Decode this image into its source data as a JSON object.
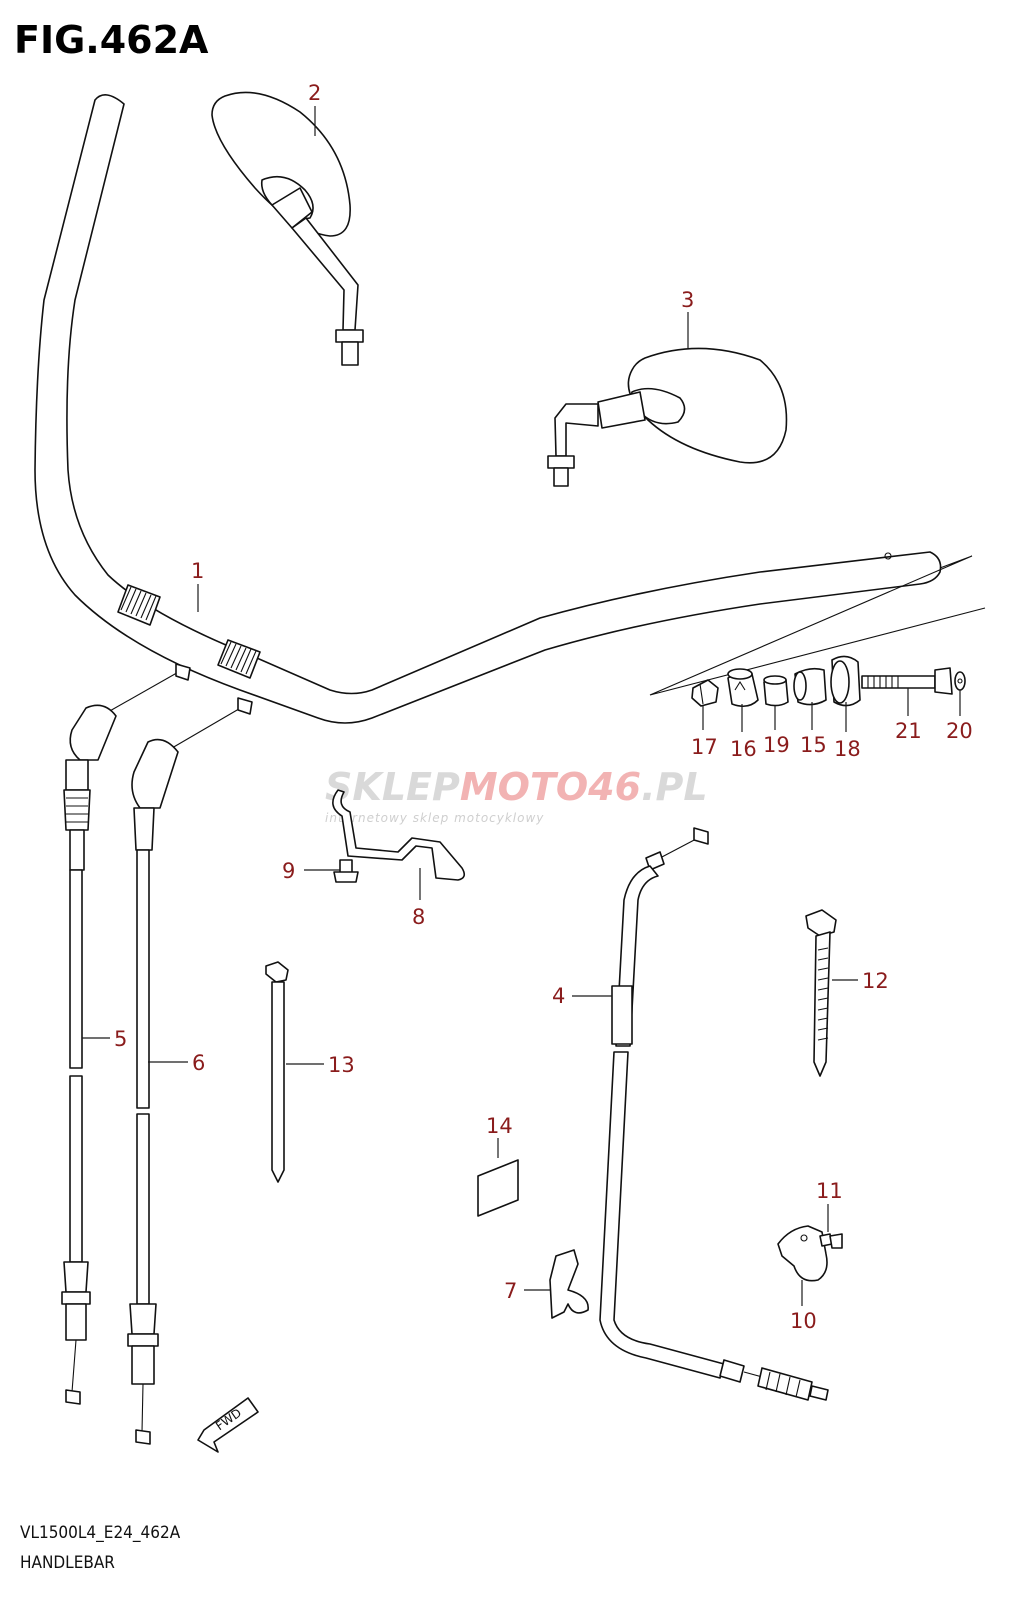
{
  "figure": {
    "title": "FIG.462A",
    "model_code": "VL1500L4_E24_462A",
    "section_name": "HANDLEBAR"
  },
  "watermark": {
    "brand_prefix": "SKLEP",
    "brand_highlight": "MOTO46",
    "brand_suffix": ".PL",
    "tagline": "internetowy sklep motocyklowy"
  },
  "fwd_label": "FWD",
  "callouts": {
    "n1": "1",
    "n2": "2",
    "n3": "3",
    "n4": "4",
    "n5": "5",
    "n6": "6",
    "n7": "7",
    "n8": "8",
    "n9": "9",
    "n10": "10",
    "n11": "11",
    "n12": "12",
    "n13": "13",
    "n14": "14",
    "n15": "15",
    "n16": "16",
    "n17": "17",
    "n18": "18",
    "n19": "19",
    "n20": "20",
    "n21": "21"
  },
  "colors": {
    "callout": "#8a1c1c",
    "line": "#111111",
    "watermark_gray": "#d9d9d9",
    "watermark_red": "#f2b3b3"
  }
}
